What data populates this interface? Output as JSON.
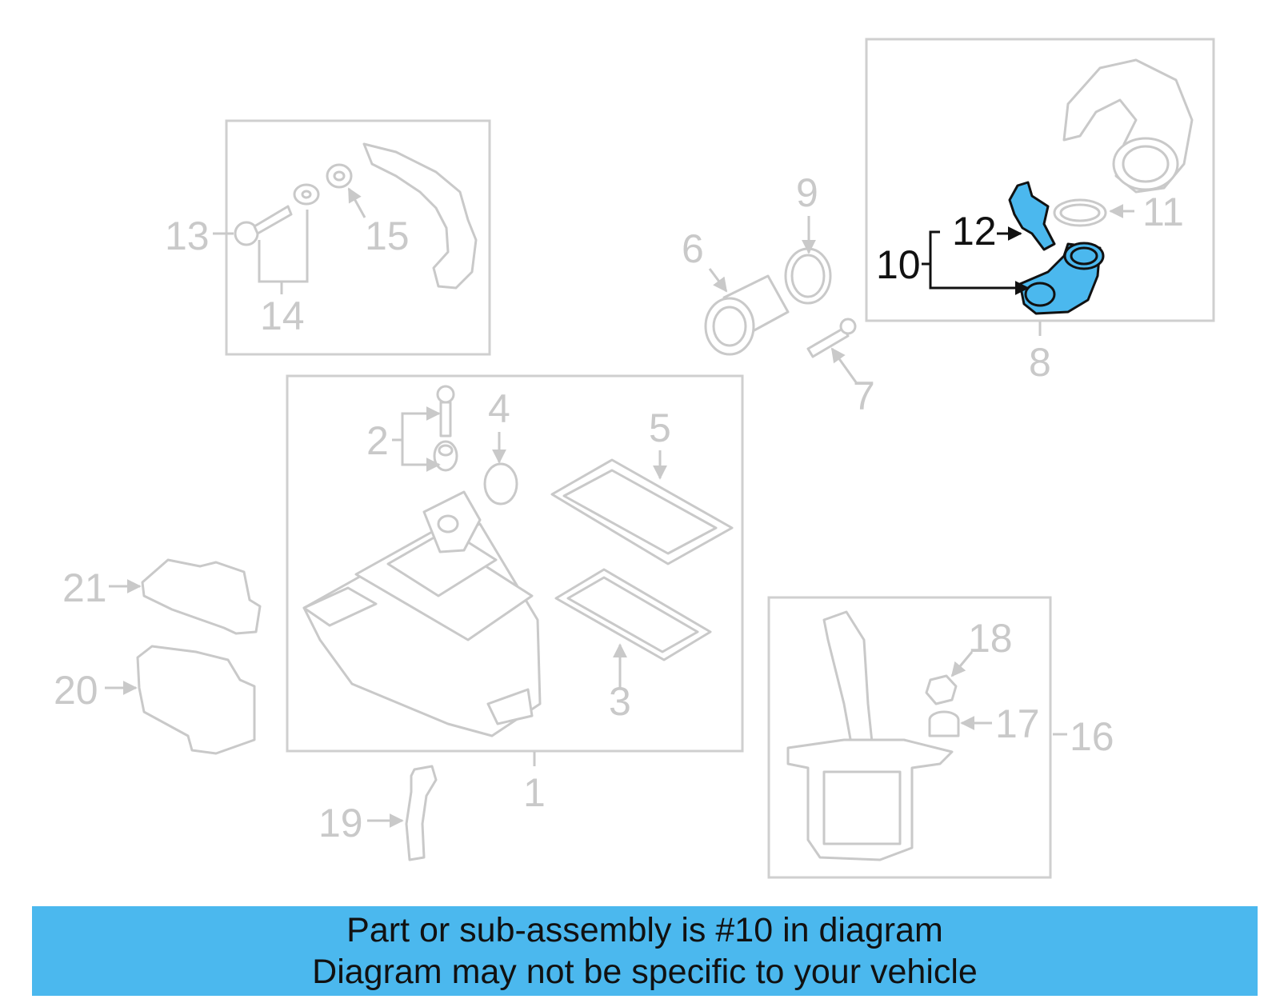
{
  "diagram": {
    "highlight_color": "#4bb8ee",
    "part_color": "#c9c9c9",
    "callouts": [
      "1",
      "2",
      "3",
      "4",
      "5",
      "6",
      "7",
      "8",
      "9",
      "10",
      "11",
      "12",
      "13",
      "14",
      "15",
      "16",
      "17",
      "18",
      "19",
      "20",
      "21"
    ],
    "highlighted_callouts": [
      "10",
      "12"
    ]
  },
  "banner": {
    "line1": "Part or sub-assembly is #10 in diagram",
    "line2": "Diagram may not be specific to your vehicle",
    "background": "#4bb8ee"
  }
}
